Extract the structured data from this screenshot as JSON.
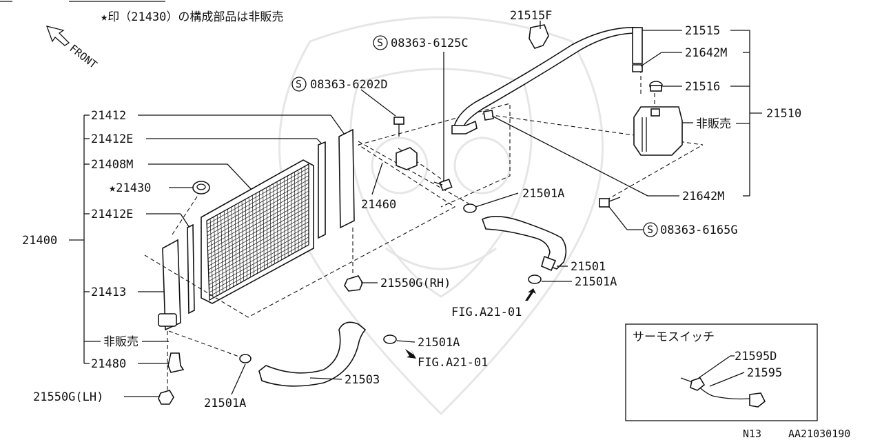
{
  "note": "★印（21430）の構成部品は非販売",
  "front_label": "FRONT",
  "inset": {
    "title": "サーモスイッチ"
  },
  "labels": {
    "p21400": "21400",
    "p21412": "21412",
    "p21412E_1": "21412E",
    "p21408M": "21408M",
    "p21430": "★21430",
    "p21412E_2": "21412E",
    "p21413": "21413",
    "hihanbai_left": "非販売",
    "p21480": "21480",
    "p21550GLH": "21550G(LH)",
    "p21501A_bottom": "21501A",
    "p21503": "21503",
    "p21501A_mid": "21501A",
    "fig_2": "FIG.A21-01",
    "p21550GRH": "21550G(RH)",
    "p21460": "21460",
    "bolt_6202D": "08363-6202D",
    "bolt_6125C": "08363-6125C",
    "p21515F": "21515F",
    "p21515": "21515",
    "p21642M_1": "21642M",
    "p21516": "21516",
    "hihanbai_right": "非販売",
    "p21510": "21510",
    "p21642M_2": "21642M",
    "bolt_6165G": "08363-6165G",
    "p21501A_top": "21501A",
    "p21501": "21501",
    "p21501A_r2": "21501A",
    "fig_1": "FIG.A21-01",
    "p21595D": "21595D",
    "p21595": "21595",
    "bolt_symbol": "S"
  },
  "footer": {
    "model": "N13",
    "code": "AA21030190"
  },
  "colors": {
    "ink": "#111111",
    "watermark": "#e6e6e6",
    "background": "#ffffff"
  }
}
